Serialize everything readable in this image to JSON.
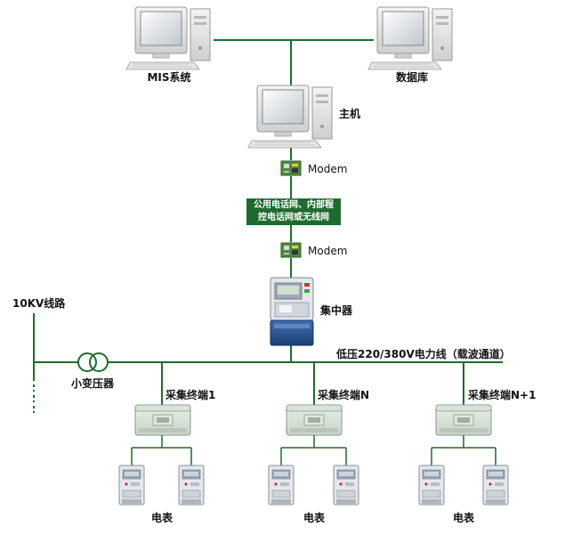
{
  "nodes": {
    "mis": "MIS系统",
    "database": "数据库",
    "host": "主机",
    "modem_top": "Modem",
    "modem_bottom": "Modem",
    "concentrator": "集中器",
    "line_10kv": "10KV线路",
    "transformer": "小变压器",
    "powerline": "低压220/380V电力线（载波通道）"
  },
  "network": {
    "line1": "公用电话网、内部程",
    "line2": "控电话网或无线网"
  },
  "terminals": [
    {
      "label": "采集终端1",
      "meter_label": "电表"
    },
    {
      "label": "采集终端N",
      "meter_label": "电表"
    },
    {
      "label": "采集终端N+1",
      "meter_label": "电表"
    }
  ],
  "colors": {
    "line": "#1f6b2e",
    "network_bg": "#1f6b2e"
  }
}
